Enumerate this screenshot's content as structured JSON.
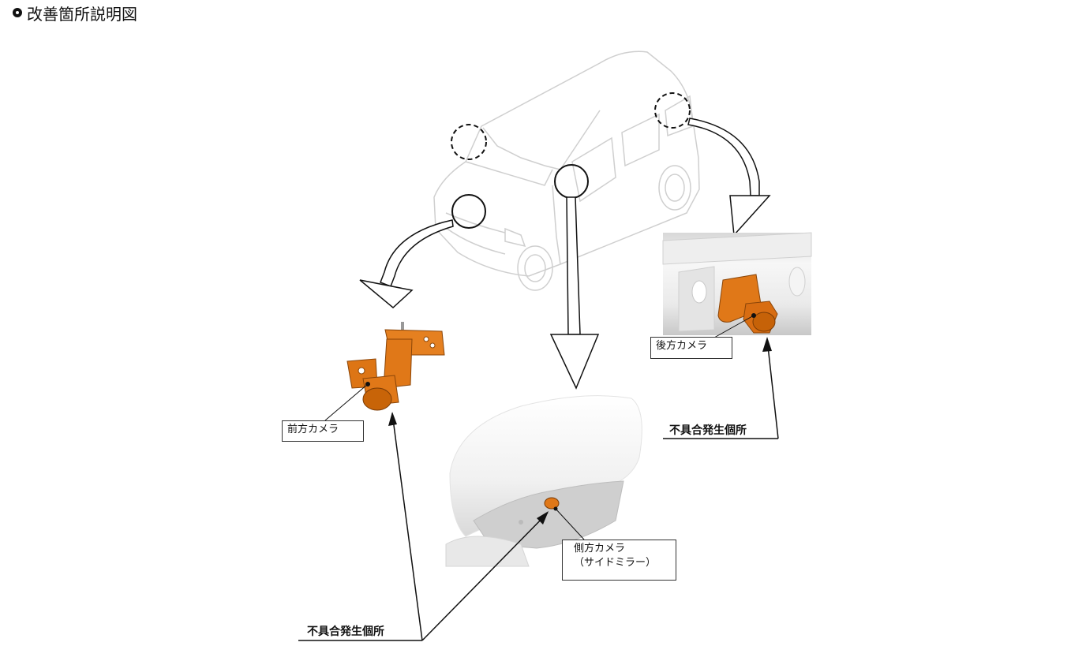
{
  "header": {
    "title": "改善箇所説明図"
  },
  "labels": {
    "front_camera": "前方カメラ",
    "rear_camera": "後方カメラ",
    "side_camera_line1": "側方カメラ",
    "side_camera_line2": "（サイドミラー）"
  },
  "defect_labels": {
    "left": "不具合発生個所",
    "right": "不具合発生個所"
  },
  "colors": {
    "camera_orange": "#e07818",
    "outline": "#cfcfcf",
    "ink": "#111111"
  }
}
